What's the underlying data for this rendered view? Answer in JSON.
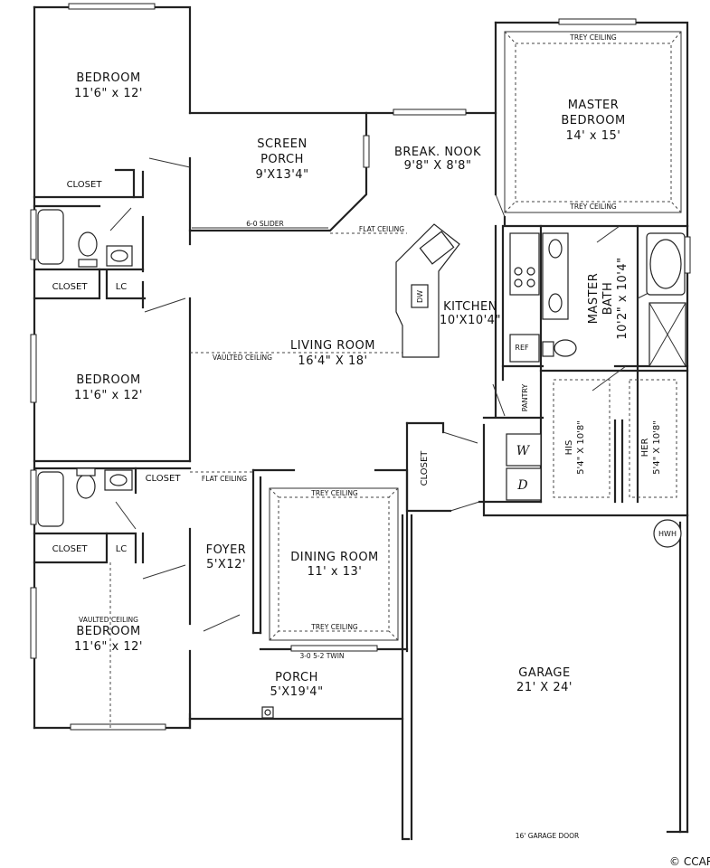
{
  "plan": {
    "rooms": {
      "bedroom1": {
        "name": "BEDROOM",
        "size": "11'6\" x 12'"
      },
      "bedroom2": {
        "name": "BEDROOM",
        "size": "11'6\" x 12'"
      },
      "bedroom3": {
        "name": "BEDROOM",
        "size": "11'6\" x 12'",
        "note": "VAULTED CEILING"
      },
      "screen_porch": {
        "name1": "SCREEN",
        "name2": "PORCH",
        "size": "9'X13'4\""
      },
      "break_nook": {
        "name": "BREAK. NOOK",
        "size": "9'8\" X 8'8\""
      },
      "master_bedroom": {
        "name1": "MASTER",
        "name2": "BEDROOM",
        "size": "14' x 15'"
      },
      "master_bath": {
        "name1": "MASTER",
        "name2": "BATH",
        "size": "10'2\" x 10'4\""
      },
      "kitchen": {
        "name": "KITCHEN",
        "size": "10'X10'4\""
      },
      "living_room": {
        "name": "LIVING ROOM",
        "size": "16'4\" X 18'",
        "note": "VAULTED CEILING"
      },
      "foyer": {
        "name": "FOYER",
        "size": "5'X12'"
      },
      "dining_room": {
        "name": "DINING ROOM",
        "size": "11' x 13'"
      },
      "porch": {
        "name": "PORCH",
        "size": "5'X19'4\""
      },
      "garage": {
        "name": "GARAGE",
        "size": "21' X 24'"
      },
      "his_closet": {
        "name": "HIS",
        "size": "5'4\" X 10'8\""
      },
      "her_closet": {
        "name": "HER",
        "size": "5'4\" X 10'8\""
      }
    },
    "small_labels": {
      "closet": "CLOSET",
      "lc": "LC",
      "pantry": "PANTRY",
      "ref": "REF",
      "dw": "DW",
      "washer": "W",
      "dryer": "D",
      "hwh": "HWH"
    },
    "notes": {
      "trey_ceiling": "TREY CEILING",
      "flat_ceiling": "FLAT CEILING",
      "slider": "6-0 SLIDER",
      "twin_window": "3-0 5-2 TWIN",
      "garage_door": "16' GARAGE DOOR"
    },
    "copyright": "© CCAR"
  }
}
